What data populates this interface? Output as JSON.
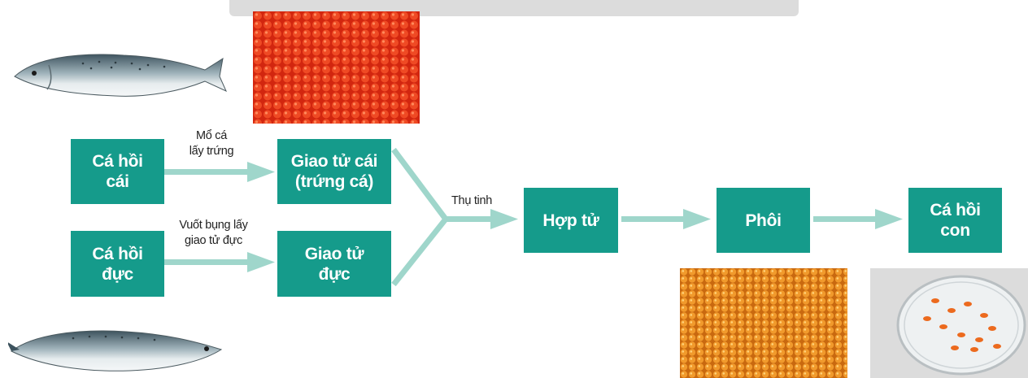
{
  "nodes": {
    "female_salmon": "Cá hồi\ncái",
    "male_salmon": "Cá hồi\nđực",
    "female_gamete": "Giao tử cái\n(trứng cá)",
    "male_gamete": "Giao tử\nđực",
    "zygote": "Hợp tử",
    "embryo": "Phôi",
    "young_salmon": "Cá hồi\ncon"
  },
  "edges": {
    "female_to_gamete": "Mổ cá\nlấy trứng",
    "male_to_gamete": "Vuốt bụng lấy\ngiao tử đực",
    "fertilization": "Thụ tinh"
  },
  "colors": {
    "box": "#159b8b",
    "arrow": "#9fd6cb"
  }
}
